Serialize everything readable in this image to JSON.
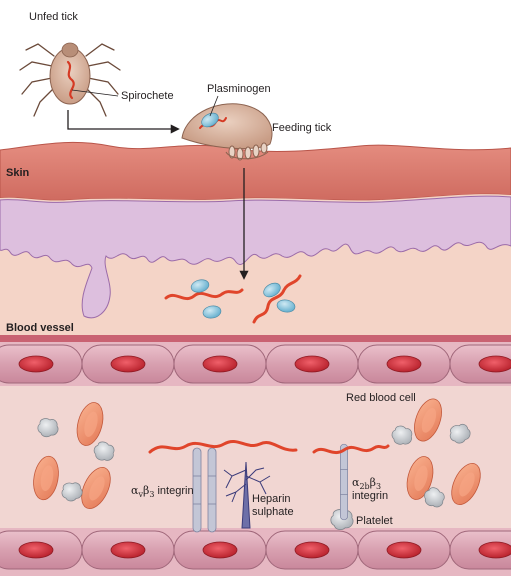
{
  "labels": {
    "unfed_tick": "Unfed tick",
    "spirochete": "Spirochete",
    "plasminogen": "Plasminogen",
    "feeding_tick": "Feeding tick",
    "skin": "Skin",
    "blood_vessel": "Blood vessel",
    "red_blood_cell": "Red blood cell",
    "integrin_avb3": {
      "alpha": "α",
      "alpha_sub": "v",
      "beta": "β",
      "beta_sub": "3",
      "suffix": " integrin"
    },
    "integrin_a2bb3": {
      "alpha": "α",
      "alpha_sub": "2b",
      "beta": "β",
      "beta_sub": "3",
      "line2": "integrin"
    },
    "heparin_line1": "Heparin",
    "heparin_line2": "sulphate",
    "platelet": "Platelet"
  },
  "icons": {
    "unfed_tick": "tick-icon",
    "feeding_tick": "engorged-tick-icon",
    "spirochete": "spirochete-icon",
    "plasminogen": "plasminogen-icon",
    "red_blood_cell": "red-blood-cell-icon",
    "platelet": "platelet-icon",
    "endothelial_cell": "endothelial-cell-icon"
  },
  "colors": {
    "skin_surface": "#d7796d",
    "dermis": "#f4d4c7",
    "membrane": "#ddbfde",
    "membrane_outline": "#9b6ba9",
    "vessel_wall": "#d89bab",
    "nucleus": "#cf2f3a",
    "lumen": "#f1d6d2",
    "rbc": "#f08f6c",
    "platelet": "#c9cdd1",
    "spirochete": "#e0452b",
    "plasminogen": "#8bc7df",
    "tick_body": "#d7b29c",
    "arrow": "#231f20"
  }
}
